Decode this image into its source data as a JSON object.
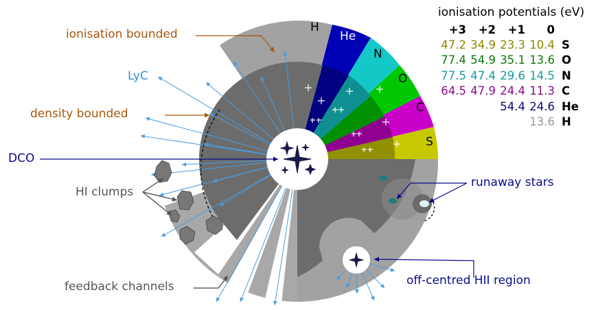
{
  "labels": {
    "ionisation_bounded": "ionisation bounded",
    "lyc": "LyC",
    "density_bounded": "density bounded",
    "dco": "DCO",
    "hi_clumps": "HI clumps",
    "feedback_channels": "feedback channels",
    "runaway_stars": "runaway stars",
    "off_centred_hii": "off-centred HII region"
  },
  "zones": {
    "H": "H",
    "He": "He",
    "N": "N",
    "O": "O",
    "C": "C",
    "S": "S"
  },
  "ionisation_table": {
    "title": "ionisation potentials (eV)",
    "headers": [
      "+3",
      "+2",
      "+1",
      "0"
    ],
    "rows": [
      {
        "element": "S",
        "color": "#8a8a00",
        "values": [
          "47.2",
          "34.9",
          "23.3",
          "10.4"
        ]
      },
      {
        "element": "O",
        "color": "#0b7a0b",
        "values": [
          "77.4",
          "54.9",
          "35.1",
          "13.6"
        ]
      },
      {
        "element": "N",
        "color": "#149a9a",
        "values": [
          "77.5",
          "47.4",
          "29.6",
          "14.5"
        ]
      },
      {
        "element": "C",
        "color": "#8a0a8a",
        "values": [
          "64.5",
          "47.9",
          "24.4",
          "11.3"
        ]
      },
      {
        "element": "He",
        "color": "#0a0a7a",
        "values": [
          "",
          "",
          "54.4",
          "24.6"
        ]
      },
      {
        "element": "H",
        "color": "#9a9a9a",
        "values": [
          "",
          "",
          "",
          "13.6"
        ]
      }
    ]
  },
  "colors": {
    "outer_grey": "#a0a0a0",
    "inner_grey": "#6e6e6e",
    "dark_grey": "#5e5e5e",
    "H_zone": "#0000b0",
    "N_zone": "#14c8c8",
    "O_zone": "#00c800",
    "C_zone": "#c800c8",
    "S_zone": "#c8c800",
    "ray": "#4a9be0"
  }
}
